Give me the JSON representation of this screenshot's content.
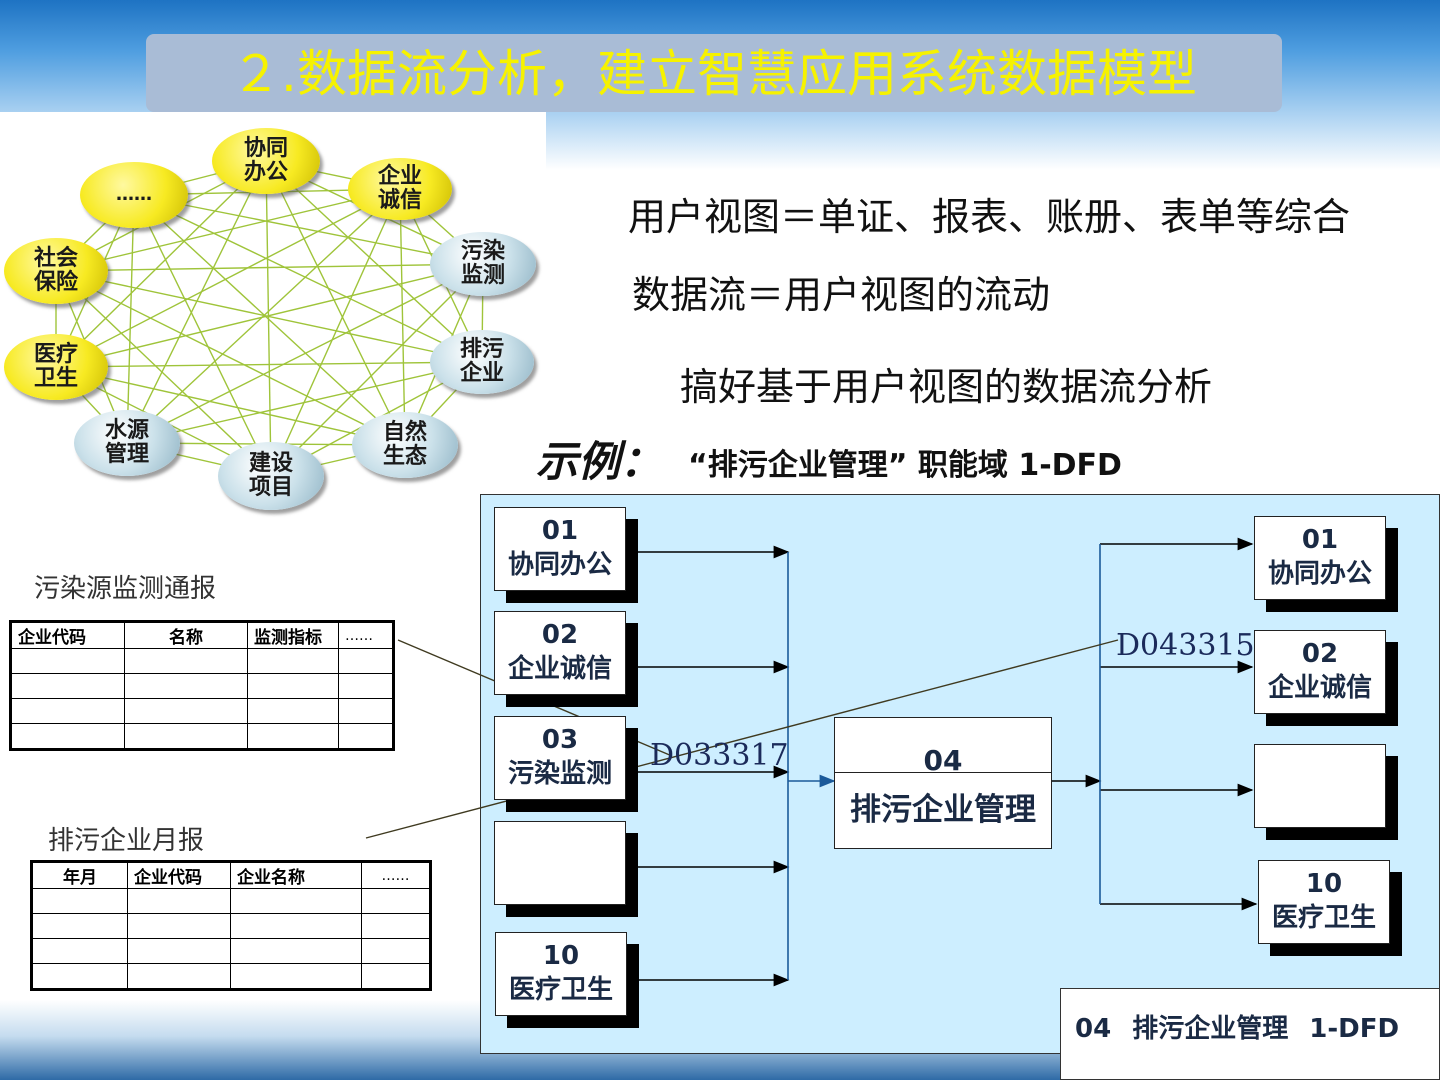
{
  "title": "２.数据流分析，建立智慧应用系统数据模型",
  "network_nodes": [
    {
      "label": "协同办公",
      "style": "yellow"
    },
    {
      "label": "企业诚信",
      "style": "yellow"
    },
    {
      "label": "污染监测",
      "style": "blue"
    },
    {
      "label": "排污企业",
      "style": "blue"
    },
    {
      "label": "自然生态",
      "style": "blue"
    },
    {
      "label": "建设项目",
      "style": "blue"
    },
    {
      "label": "水源管理",
      "style": "blue"
    },
    {
      "label": "医疗卫生",
      "style": "yellow"
    },
    {
      "label": "社会保险",
      "style": "yellow"
    },
    {
      "label": "……",
      "style": "yellow"
    }
  ],
  "text": {
    "line1": "用户视图＝单证、报表、账册、表单等综合",
    "line2": "数据流＝用户视图的流动",
    "line3": "搞好基于用户视图的数据流分析",
    "example_prefix": "示例：",
    "example_title": "“排污企业管理” 职能域 1-DFD"
  },
  "report1": {
    "title": "污染源监测通报",
    "headers": [
      "企业代码",
      "名称",
      "监测指标",
      "……"
    ],
    "empty_rows": 4
  },
  "report2": {
    "title": "排污企业月报",
    "headers": [
      "年月",
      "企业代码",
      "企业名称",
      "……"
    ],
    "empty_rows": 4
  },
  "dfd": {
    "left_boxes": [
      {
        "num": "01",
        "label": "协同办公"
      },
      {
        "num": "02",
        "label": "企业诚信"
      },
      {
        "num": "03",
        "label": "污染监测"
      },
      {
        "num": "",
        "label": ""
      },
      {
        "num": "10",
        "label": "医疗卫生"
      }
    ],
    "center_box": {
      "num": "04",
      "label": "排污企业管理"
    },
    "right_boxes": [
      {
        "num": "01",
        "label": "协同办公"
      },
      {
        "num": "02",
        "label": "企业诚信"
      },
      {
        "num": "",
        "label": ""
      },
      {
        "num": "10",
        "label": "医疗卫生"
      }
    ],
    "flow_labels": [
      "D033317",
      "D043315"
    ],
    "footer": "04 排污企业管理 1-DFD"
  },
  "colors": {
    "title_text": "#f6f200",
    "title_bg": "#a9bcd6",
    "dfd_bg": "#cdeeff",
    "network_line": "#9fc43a",
    "flow_line": "#1b3a6b"
  }
}
